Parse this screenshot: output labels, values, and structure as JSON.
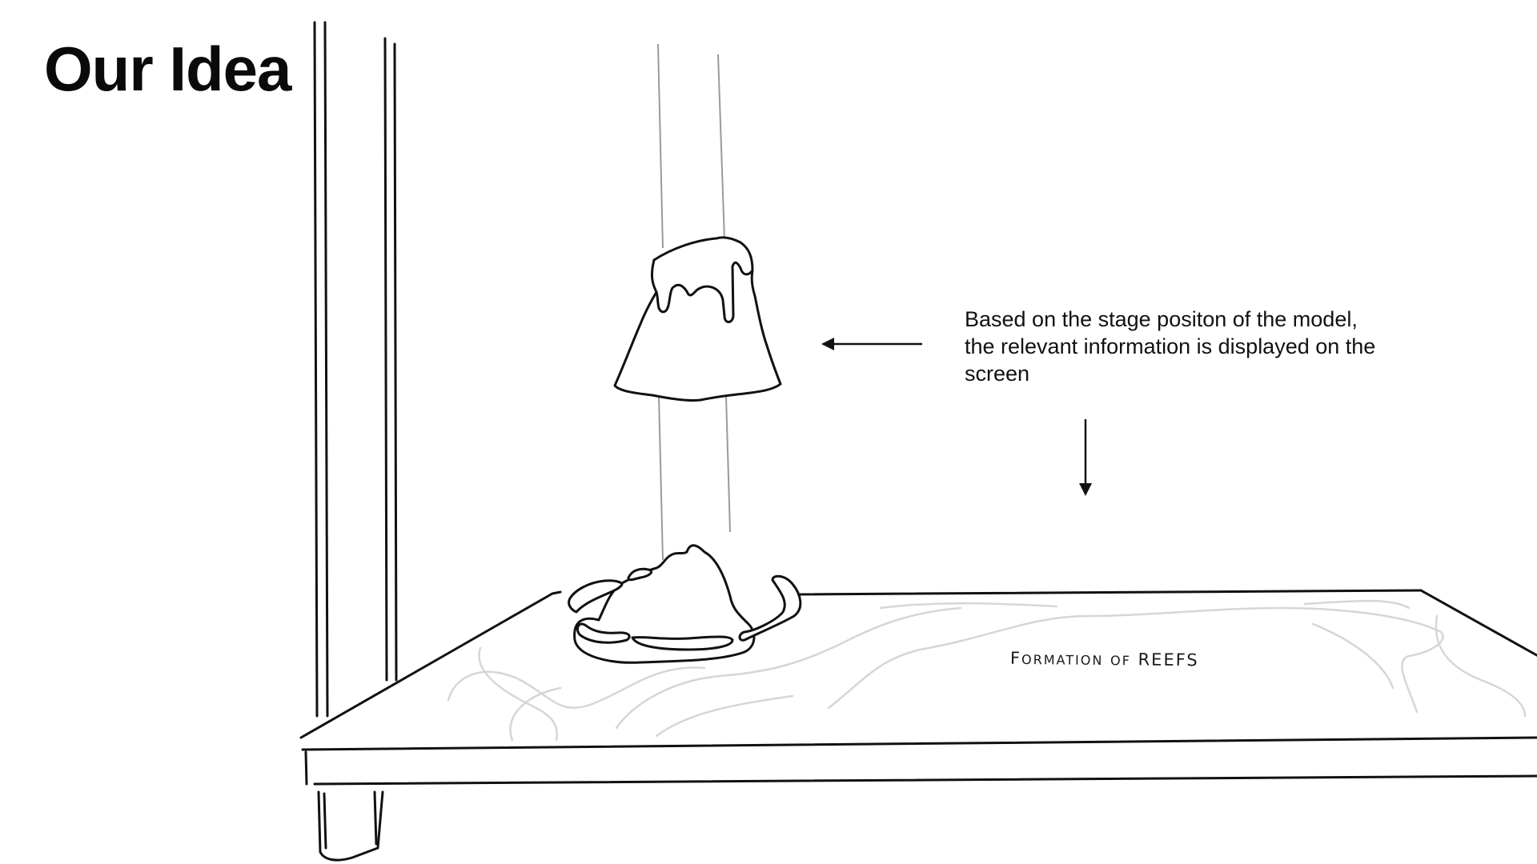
{
  "slide": {
    "title": "Our Idea"
  },
  "annotation": {
    "text": "Based on the stage positon of the model, the relevant information is displayed on the screen"
  },
  "table_label": {
    "big_f": "F",
    "part1": "ORMATION",
    "word2": "OF",
    "part3": "REEFS"
  }
}
